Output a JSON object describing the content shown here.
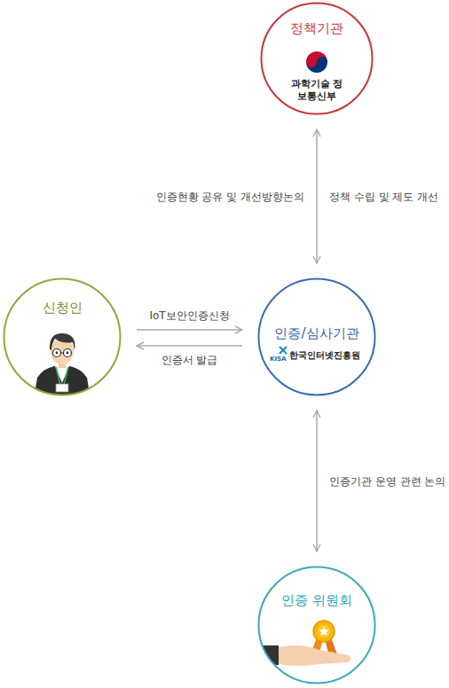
{
  "diagram": {
    "nodes": [
      {
        "text": [
          "정책기관",
          "과학기술 정보통신부"
        ]
      },
      {
        "text": [
          "신청인"
        ]
      },
      {
        "text": [
          "인증/심사기관",
          "KISA",
          "한국인터넷진흥원"
        ]
      },
      {
        "text": [
          "인증 위원회"
        ]
      }
    ],
    "edges": [
      {
        "from": 0,
        "to": 2,
        "arrow": "both",
        "label": "인증현황 공유 및 개선방향논의"
      },
      {
        "from": 1,
        "to": 2,
        "arrow": "to",
        "label": "IoT보안인증신청"
      },
      {
        "from": 2,
        "to": 1,
        "arrow": "to",
        "label": "인증서 발급"
      },
      {
        "from": 2,
        "to": 3,
        "arrow": "both",
        "label": "인증기관 운영 관련 논의"
      }
    ],
    "labels": [
      "정책 수립 및 제도 개선"
    ]
  }
}
